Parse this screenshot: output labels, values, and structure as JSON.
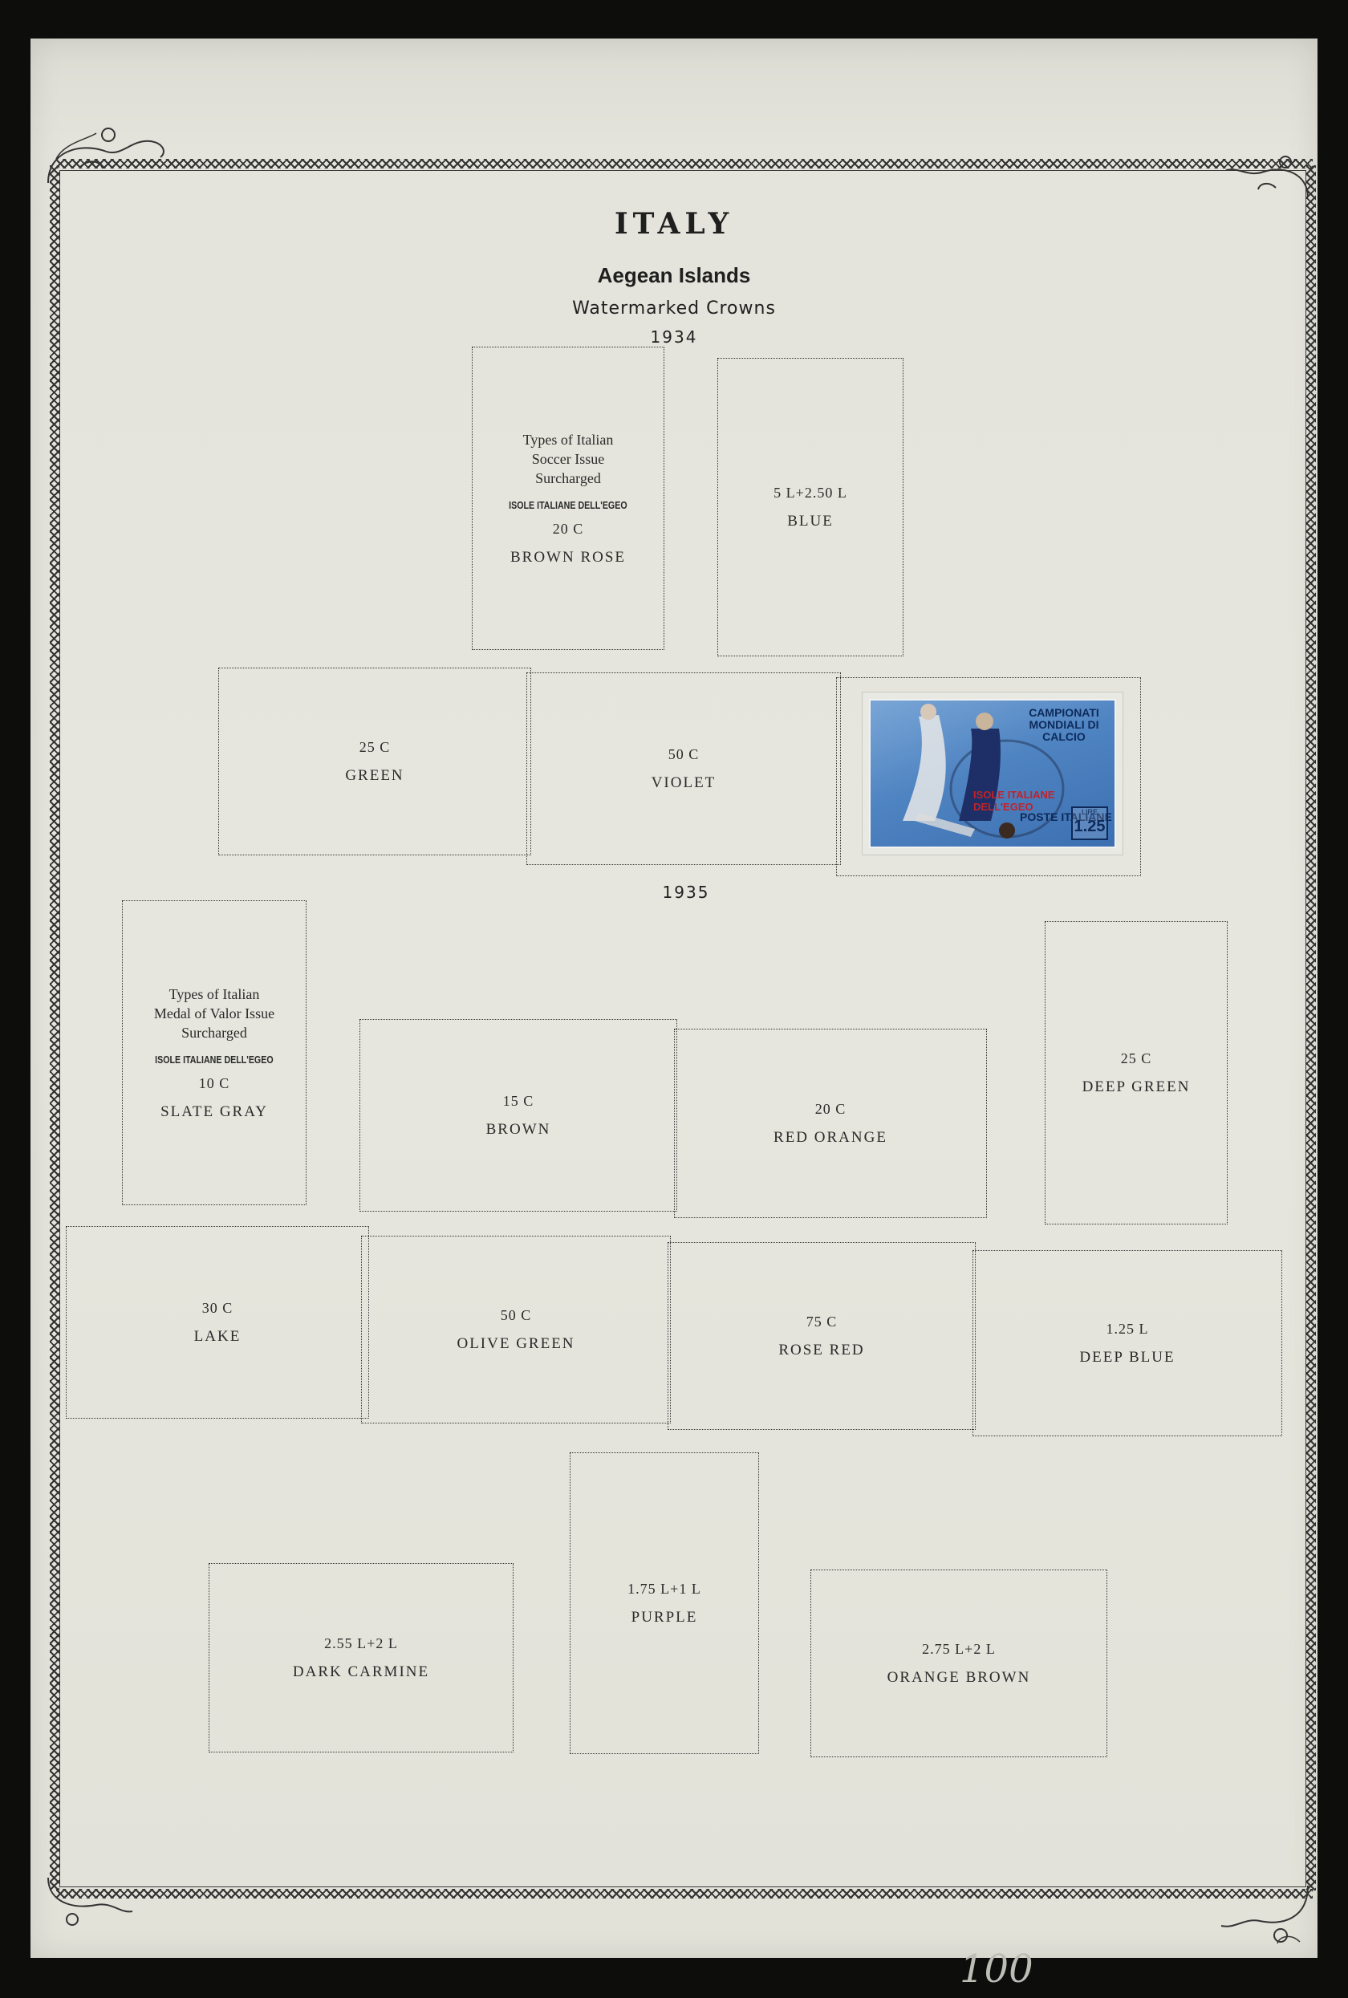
{
  "header": {
    "country": "ITALY",
    "region": "Aegean Islands",
    "watermark": "Watermarked Crowns"
  },
  "sections": [
    {
      "year": "1934",
      "intro": {
        "line1": "Types of Italian",
        "line2": "Soccer Issue",
        "line3": "Surcharged",
        "overprint": "ISOLE ITALIANE DELL'EGEO",
        "denomination": "20 C",
        "color": "BROWN ROSE"
      },
      "spaces": [
        {
          "denomination": "5 L+2.50 L",
          "color": "BLUE"
        },
        {
          "denomination": "25 C",
          "color": "GREEN"
        },
        {
          "denomination": "50 C",
          "color": "VIOLET"
        }
      ],
      "stamp": {
        "top_text": "CAMPIONATI MONDIALI DI CALCIO",
        "overprint": "ISOLE ITALIANE DELL'EGEO",
        "poste": "POSTE ITALIANE",
        "lire": "LIRE",
        "value": "1.25",
        "color": "#4f84c2"
      }
    },
    {
      "year": "1935",
      "intro": {
        "line1": "Types of Italian",
        "line2": "Medal of Valor Issue",
        "line3": "Surcharged",
        "overprint": "ISOLE ITALIANE DELL'EGEO",
        "denomination": "10 C",
        "color": "SLATE GRAY"
      },
      "spaces": [
        {
          "denomination": "15 C",
          "color": "BROWN"
        },
        {
          "denomination": "20 C",
          "color": "RED ORANGE"
        },
        {
          "denomination": "25 C",
          "color": "DEEP GREEN"
        },
        {
          "denomination": "30 C",
          "color": "LAKE"
        },
        {
          "denomination": "50 C",
          "color": "OLIVE GREEN"
        },
        {
          "denomination": "75 C",
          "color": "ROSE RED"
        },
        {
          "denomination": "1.25 L",
          "color": "DEEP BLUE"
        },
        {
          "denomination": "1.75 L+1 L",
          "color": "PURPLE"
        },
        {
          "denomination": "2.55 L+2 L",
          "color": "DARK CARMINE"
        },
        {
          "denomination": "2.75 L+2 L",
          "color": "ORANGE BROWN"
        }
      ]
    }
  ],
  "pencil_note": "100"
}
